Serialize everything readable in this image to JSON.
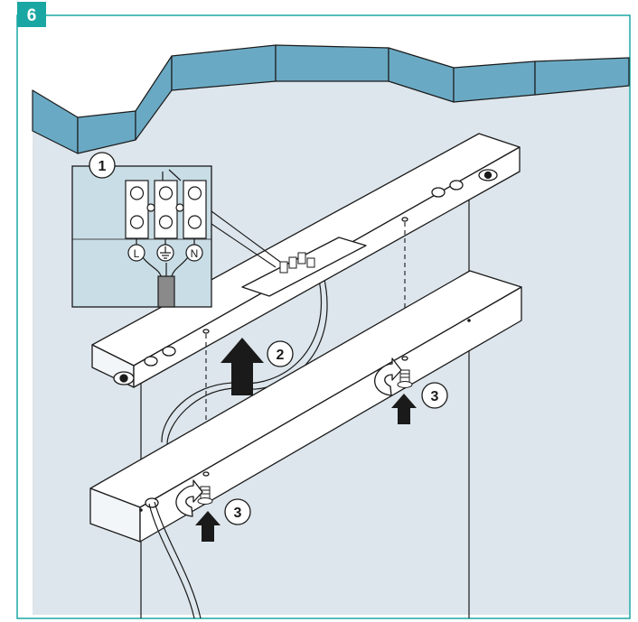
{
  "step": {
    "number": "6"
  },
  "callouts": {
    "wiring": "1",
    "lift": "2",
    "screw_right": "3",
    "screw_left": "3"
  },
  "terminals": {
    "live": "L",
    "neutral": "N",
    "earth_symbol": "earth-symbol"
  },
  "colors": {
    "accent": "#1aa7a3",
    "wall": "#dde6ec",
    "ceiling": "#6aa9c4",
    "inset_bg": "#c9dde6",
    "arrow": "#1a1a1a",
    "line": "#1a1a1a"
  }
}
